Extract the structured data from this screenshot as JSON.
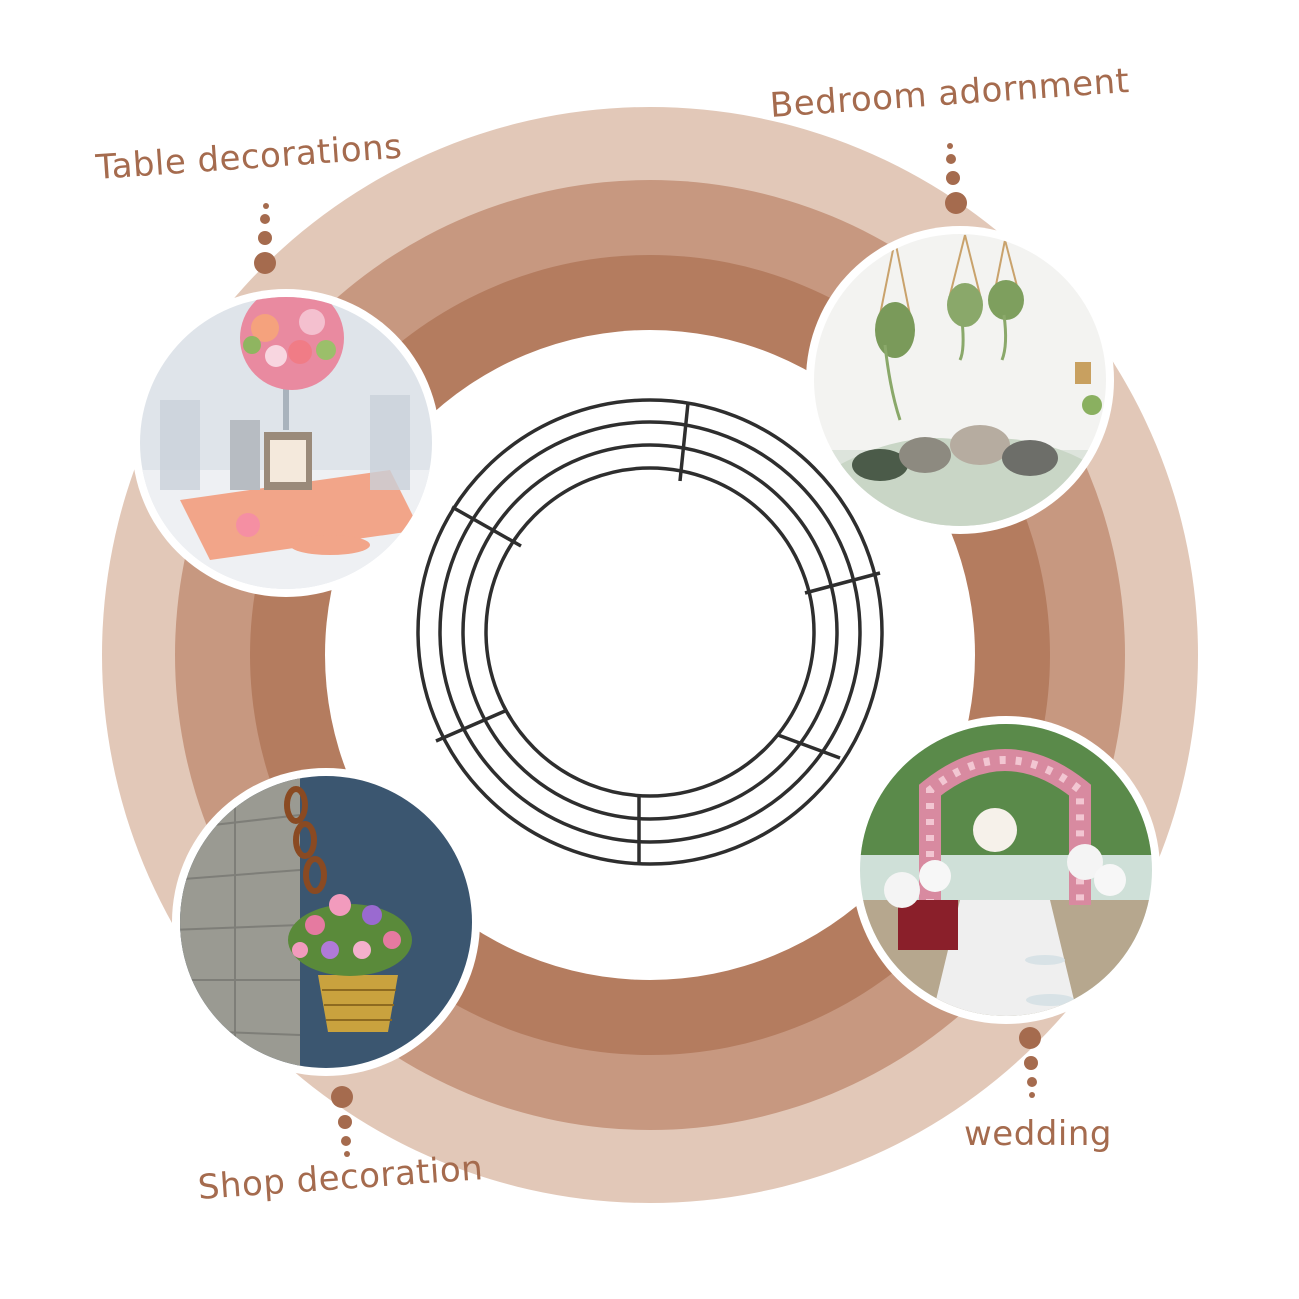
{
  "colors": {
    "ring_outer": "#e2c8b8",
    "ring_middle": "#c79880",
    "ring_inner": "#b47c5f",
    "label_text": "#a56b4e",
    "dot": "#a56b4e",
    "wire": "#2e2e2e",
    "photo_border": "#ffffff"
  },
  "labels": {
    "table": "Table decorations",
    "bedroom": "Bedroom adornment",
    "shop": "Shop decoration",
    "wedding": "wedding"
  },
  "photos": {
    "table": "table-centerpiece-photo",
    "bedroom": "hanging-plants-bedroom-photo",
    "shop": "hanging-flower-basket-photo",
    "wedding": "floral-wedding-arch-photo"
  },
  "product": "metal-wire-wreath-frame"
}
